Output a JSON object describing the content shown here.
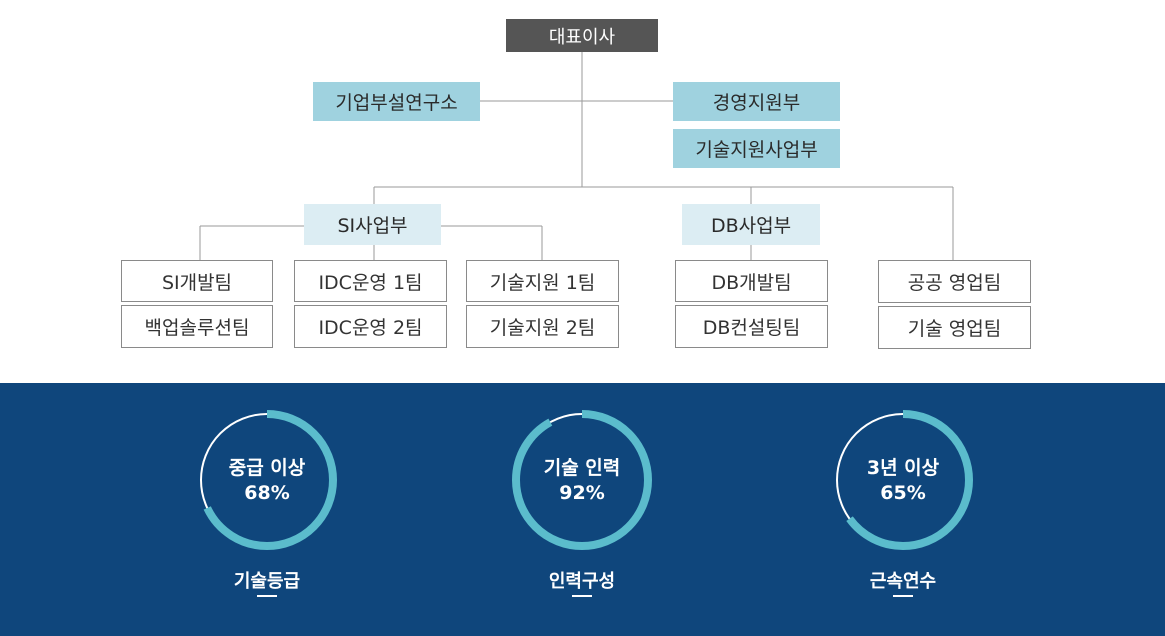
{
  "org": {
    "ceo": "대표이사",
    "rnd": "기업부설연구소",
    "management": "경영지원부",
    "tech_support_dept": "기술지원사업부",
    "si_division": "SI사업부",
    "db_division": "DB사업부",
    "teams": {
      "si_dev": "SI개발팀",
      "backup": "백업솔루션팀",
      "idc1": "IDC운영 1팀",
      "idc2": "IDC운영 2팀",
      "tech1": "기술지원 1팀",
      "tech2": "기술지원 2팀",
      "db_dev": "DB개발팀",
      "db_consult": "DB컨설팅팀",
      "public_sales": "공공 영업팀",
      "tech_sales": "기술 영업팀"
    }
  },
  "stats": [
    {
      "title": "중급 이상",
      "value": "68%",
      "percent": 68,
      "label": "기술등급"
    },
    {
      "title": "기술 인력",
      "value": "92%",
      "percent": 92,
      "label": "인력구성"
    },
    {
      "title": "3년 이상",
      "value": "65%",
      "percent": 65,
      "label": "근속연수"
    }
  ],
  "colors": {
    "ceo_bg": "#555555",
    "dept_bg": "#9fd2df",
    "division_bg": "#dcedf3",
    "stats_bg": "#0f467c",
    "ring_accent": "#5bbccc",
    "ring_track": "#ffffff"
  }
}
